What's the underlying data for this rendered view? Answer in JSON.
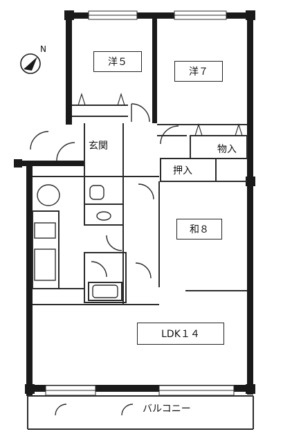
{
  "rooms": {
    "western_5": "洋５",
    "western_7": "洋７",
    "entrance": "玄関",
    "storage": "物入",
    "closet": "押入",
    "japanese_8": "和８",
    "ldk": "LDK１４",
    "balcony": "バルコニー"
  },
  "compass": {
    "label": "N"
  },
  "colors": {
    "wall": "#1a1a1a",
    "line": "#2a2a2a",
    "background": "#ffffff"
  }
}
